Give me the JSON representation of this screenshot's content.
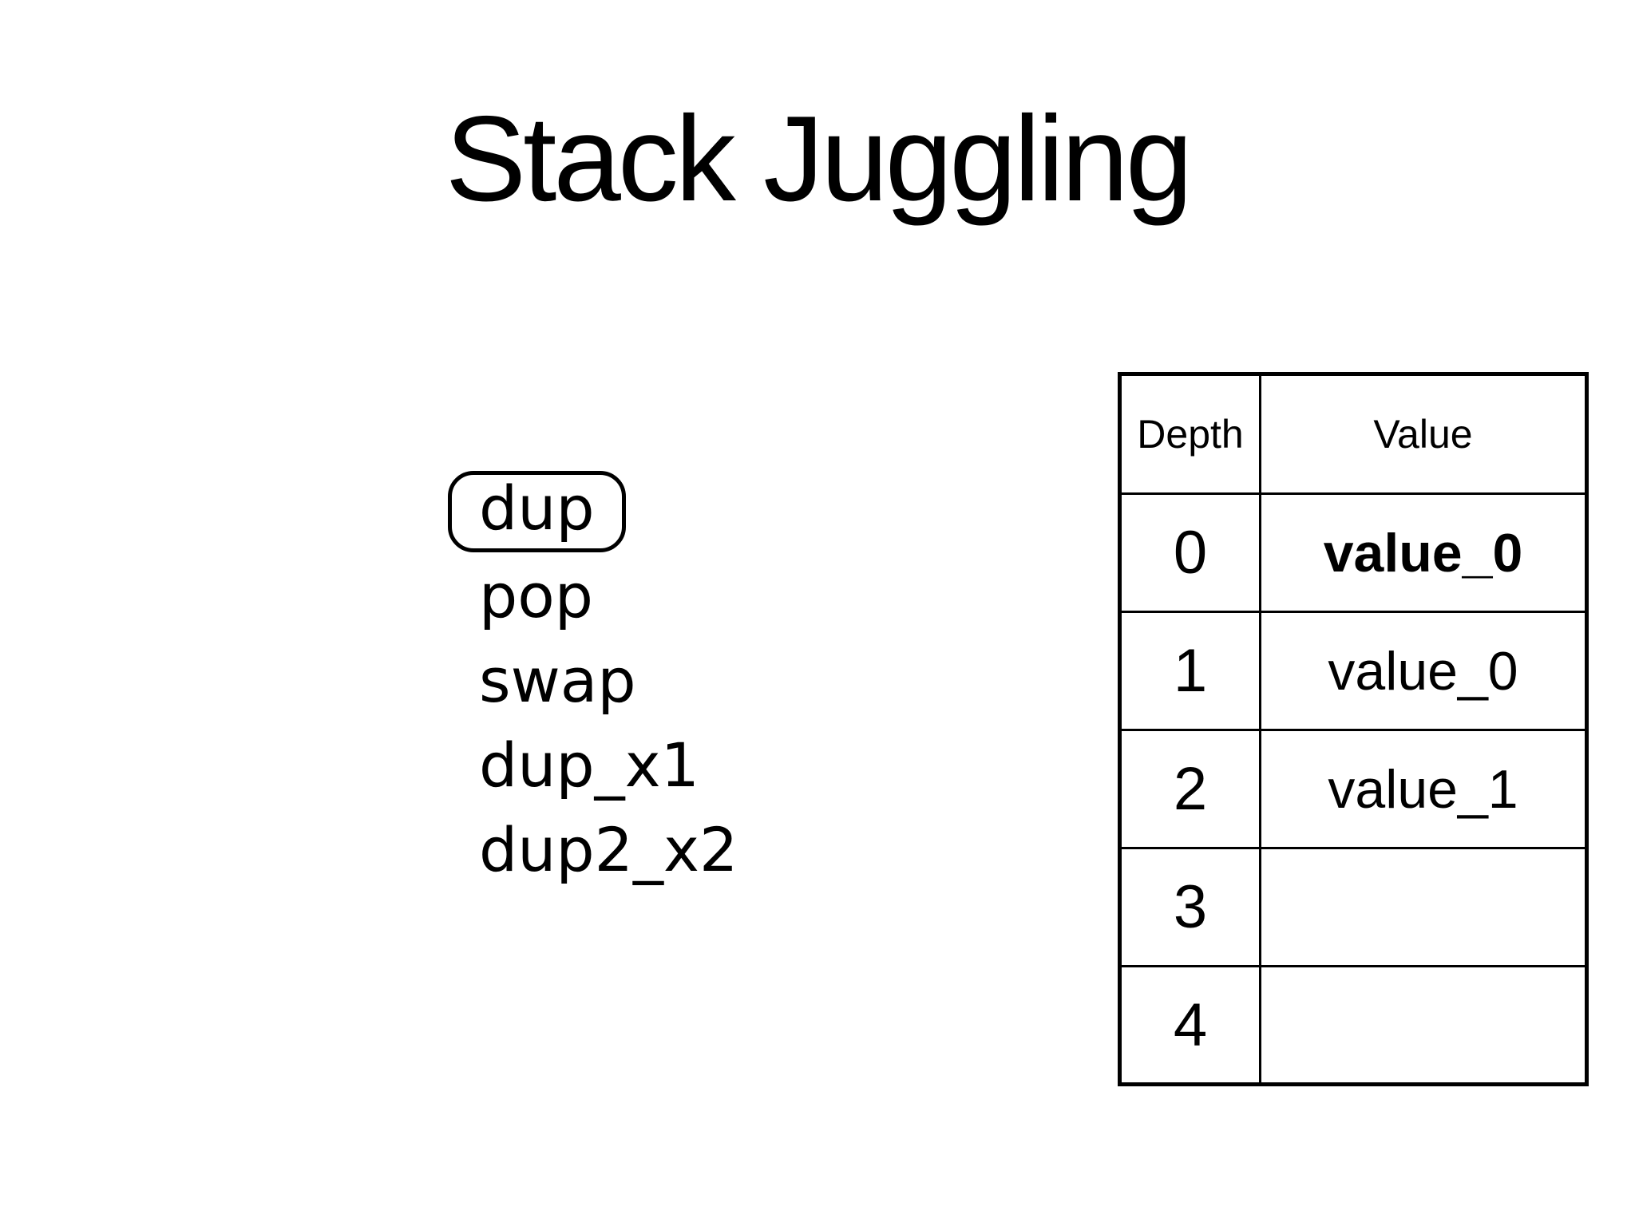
{
  "slide": {
    "title": "Stack Juggling",
    "background_color": "#ffffff",
    "text_color": "#000000"
  },
  "operations": {
    "items": [
      {
        "label": "dup",
        "highlighted": true
      },
      {
        "label": "pop",
        "highlighted": false
      },
      {
        "label": "swap",
        "highlighted": false
      },
      {
        "label": "dup_x1",
        "highlighted": false
      },
      {
        "label": "dup2_x2",
        "highlighted": false
      }
    ],
    "highlight_border_color": "#000000"
  },
  "stack_table": {
    "columns": [
      "Depth",
      "Value"
    ],
    "rows": [
      {
        "depth": "0",
        "value": "value_0",
        "bold": true
      },
      {
        "depth": "1",
        "value": "value_0",
        "bold": false
      },
      {
        "depth": "2",
        "value": "value_1",
        "bold": false
      },
      {
        "depth": "3",
        "value": "",
        "bold": false
      },
      {
        "depth": "4",
        "value": "",
        "bold": false
      }
    ],
    "border_color": "#000000"
  }
}
